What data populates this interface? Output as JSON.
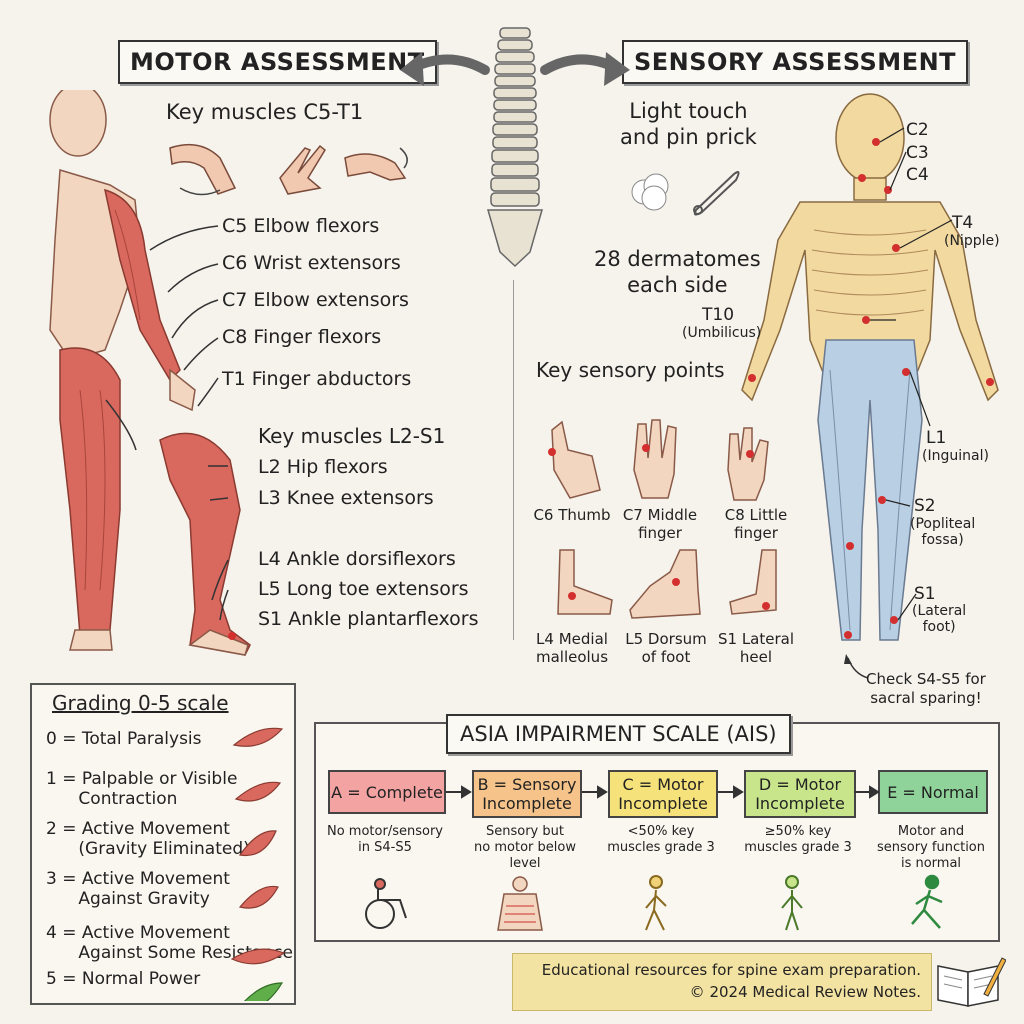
{
  "motor": {
    "title": "MOTOR ASSESSMENT",
    "upper_heading": "Key muscles C5-T1",
    "upper_muscles": [
      "C5 Elbow flexors",
      "C6 Wrist extensors",
      "C7 Elbow extensors",
      "C8 Finger flexors",
      "T1 Finger abductors"
    ],
    "lower_heading": "Key muscles L2-S1",
    "lower_muscles": [
      "L2 Hip flexors",
      "L3 Knee extensors",
      "L4 Ankle dorsiflexors",
      "L5 Long toe extensors",
      "S1 Ankle plantarflexors"
    ]
  },
  "sensory": {
    "title": "SENSORY ASSESSMENT",
    "modalities": "Light touch\nand pin prick",
    "dermatomes": "28 dermatomes\neach side",
    "key_points_heading": "Key sensory points",
    "body_labels": {
      "c2": "C2",
      "c3": "C3",
      "c4": "C4",
      "t4": "T4",
      "t4_note": "(Nipple)",
      "t10": "T10",
      "t10_note": "(Umbilicus)",
      "l1": "L1",
      "l1_note": "(Inguinal)",
      "s2": "S2",
      "s2_note": "(Popliteal\nfossa)",
      "s1": "S1",
      "s1_note": "(Lateral\nfoot)"
    },
    "points": [
      {
        "label": "C6 Thumb"
      },
      {
        "label": "C7 Middle\nfinger"
      },
      {
        "label": "C8 Little\nfinger"
      },
      {
        "label": "L4 Medial\nmalleolus"
      },
      {
        "label": "L5 Dorsum\nof foot"
      },
      {
        "label": "S1 Lateral\nheel"
      }
    ],
    "sacral_note": "Check S4-S5 for\nsacral sparing!"
  },
  "grading": {
    "title": "Grading 0-5 scale",
    "items": [
      "0 = Total Paralysis",
      "1 = Palpable or Visible\n      Contraction",
      "2 = Active Movement\n      (Gravity Eliminated)",
      "3 = Active Movement\n      Against Gravity",
      "4 = Active Movement\n      Against Some Resistance",
      "5 = Normal Power"
    ]
  },
  "ais": {
    "title": "ASIA IMPAIRMENT SCALE (AIS)",
    "categories": [
      {
        "label": "A = Complete",
        "desc": "No motor/sensory\nin S4-S5",
        "color": "#f4a3a3"
      },
      {
        "label": "B = Sensory\nIncomplete",
        "desc": "Sensory but\nno motor below\nlevel",
        "color": "#f6c48a"
      },
      {
        "label": "C = Motor\nIncomplete",
        "desc": "<50% key\nmuscles grade 3",
        "color": "#f6e27a"
      },
      {
        "label": "D = Motor\nIncomplete",
        "desc": "≥50% key\nmuscles grade 3",
        "color": "#c9e58c"
      },
      {
        "label": "E = Normal",
        "desc": "Motor and\nsensory function\nis normal",
        "color": "#8fd39a"
      }
    ]
  },
  "footer": {
    "line1": "Educational resources for spine exam preparation.",
    "line2": "© 2024 Medical Review Notes."
  },
  "colors": {
    "muscle": "#d9695f",
    "skin": "#f2d6c0",
    "dot": "#d32f2f",
    "body_yellow": "#f1d9a0",
    "body_blue": "#b9cfe3"
  }
}
